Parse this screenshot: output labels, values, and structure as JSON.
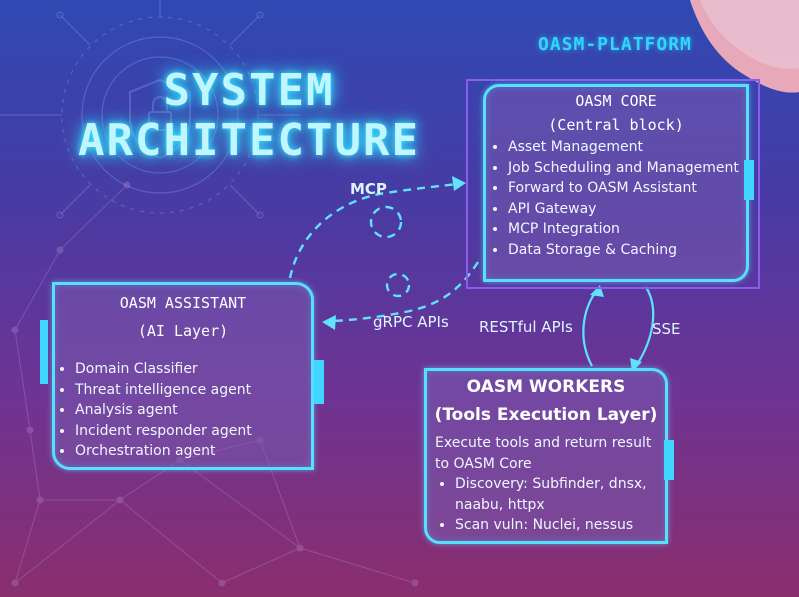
{
  "brand": "OASM-PLATFORM",
  "title": {
    "line1": "SYSTEM",
    "line2": "ARCHITECTURE"
  },
  "core": {
    "title": "OASM CORE",
    "subtitle": "(Central block)",
    "items": [
      "Asset Management",
      "Job Scheduling and Management",
      "Forward to OASM Assistant",
      "API Gateway",
      "MCP Integration",
      "Data Storage & Caching"
    ]
  },
  "assistant": {
    "title": "OASM ASSISTANT",
    "subtitle": "(AI Layer)",
    "items": [
      "Domain Classifier",
      "Threat intelligence agent",
      "Analysis agent",
      "Incident responder agent",
      "Orchestration agent"
    ]
  },
  "workers": {
    "title": "OASM WORKERS",
    "subtitle": "(Tools Execution Layer)",
    "description": "Execute tools and return result to OASM Core",
    "items": [
      "Discovery: Subfinder, dnsx, naabu, httpx",
      "Scan vuln: Nuclei, nessus"
    ]
  },
  "connections": {
    "mcp": "MCP",
    "grpc": "gRPC APIs",
    "rest": "RESTful APIs",
    "sse": "SSE"
  },
  "colors": {
    "accent": "#56e0ff",
    "frame": "#8a5cf0"
  }
}
